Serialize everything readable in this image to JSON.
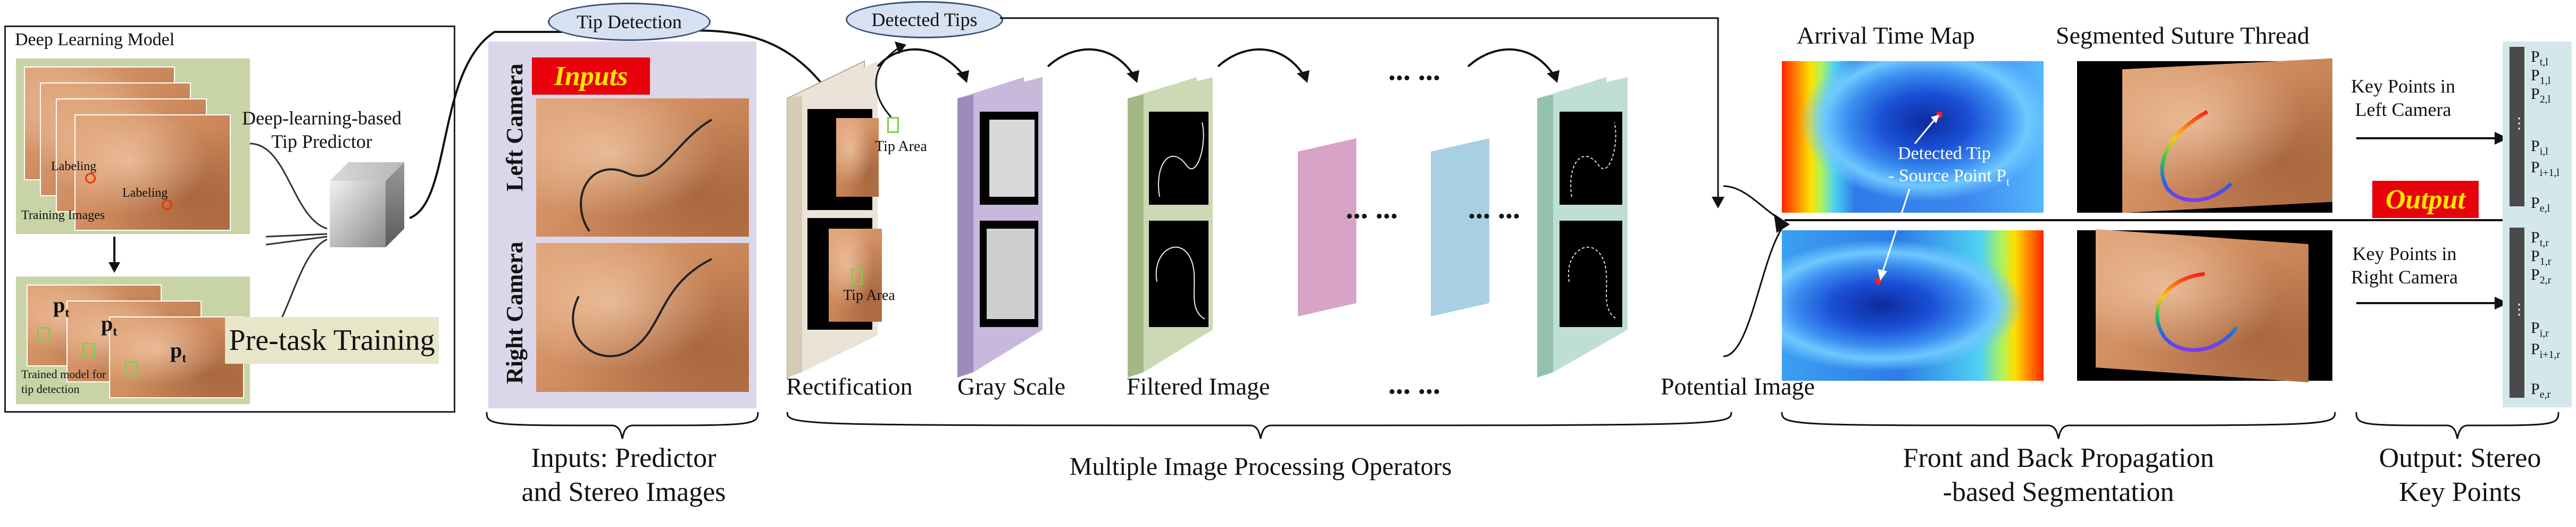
{
  "training": {
    "title": "Deep Learning Model",
    "labeling_1": "Labeling",
    "labeling_2": "Labeling",
    "training_images": "Training Images",
    "tip_marker": "p",
    "tip_marker_sub": "t",
    "trained_model": "Trained model for\ntip detection",
    "predictor_label": "Deep-learning-based\nTip Predictor",
    "pretask": "Pre-task Training"
  },
  "top_labels": {
    "tip_detection": "Tip Detection",
    "detected_tips": "Detected Tips"
  },
  "inputs": {
    "badge": "Inputs",
    "left_camera": "Left Camera",
    "right_camera": "Right Camera"
  },
  "operators": {
    "tip_area_1": "Tip Area",
    "tip_area_2": "Tip Area",
    "rectification": "Rectification",
    "gray_scale": "Gray Scale",
    "filtered_image": "Filtered Image",
    "dots_top": "... ...",
    "dots_mid_1": "... ...",
    "dots_mid_2": "... ...",
    "dots_bottom": "... ...",
    "potential_image": "Potential Image"
  },
  "segmentation": {
    "arrival_time_map": "Arrival Time Map",
    "segmented_thread": "Segmented Suture Thread",
    "detected_tip": "Detected Tip",
    "source_point": "- Source Point P",
    "source_point_sub": "t"
  },
  "output": {
    "badge": "Output",
    "left_keypoints": "Key Points in\nLeft Camera",
    "right_keypoints": "Key Points in\nRight Camera",
    "left_list": [
      {
        "p": "P",
        "sub": "t,l"
      },
      {
        "p": "P",
        "sub": "1,l"
      },
      {
        "p": "P",
        "sub": "2,l"
      },
      {
        "p": "P",
        "sub": "i,l"
      },
      {
        "p": "P",
        "sub": "i+1,l"
      },
      {
        "p": "P",
        "sub": "e,l"
      }
    ],
    "right_list": [
      {
        "p": "P",
        "sub": "t,r"
      },
      {
        "p": "P",
        "sub": "1,r"
      },
      {
        "p": "P",
        "sub": "2,r"
      },
      {
        "p": "P",
        "sub": "i,r"
      },
      {
        "p": "P",
        "sub": "i+1,r"
      },
      {
        "p": "P",
        "sub": "e,r"
      }
    ]
  },
  "captions": {
    "inputs": "Inputs: Predictor\nand Stereo Images",
    "operators": "Multiple Image Processing Operators",
    "segmentation": "Front and Back Propagation\n-based Segmentation",
    "output": "Output: Stereo\nKey Points"
  },
  "colors": {
    "red_badge": "#e8000b",
    "badge_text": "#ffe600",
    "pretask_bg": "#e8e6c8",
    "pill_bg": "#d6e2f2",
    "inputs_panel": "#dcd6ea",
    "rectification": "#ebe3d8",
    "gray_scale": "#c7b8dc",
    "filtered": "#ccd9b4",
    "pink": "#d7a3c6",
    "blue": "#a9cfe3",
    "potential": "#bfdfd2",
    "output_panel": "#d4e8ec"
  }
}
